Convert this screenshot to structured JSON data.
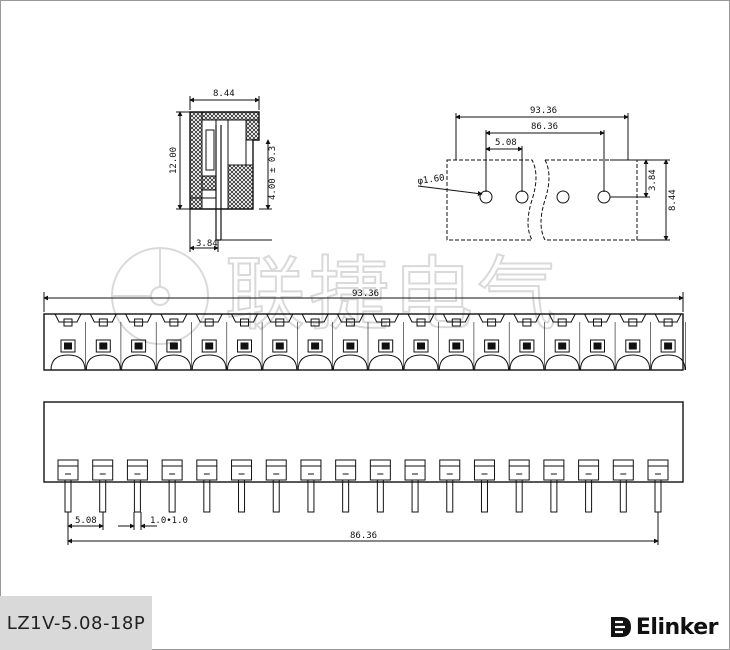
{
  "model_code": "LZ1V-5.08-18P",
  "brand": "Elinker",
  "watermark_text": "联捷电气",
  "colors": {
    "ink": "#111111",
    "hatch": "#111111",
    "tag_bg": "#d9d9d9",
    "watermark": "#bbbbbb"
  },
  "side_view": {
    "width_label": "8.44",
    "height_label": "12.00",
    "pin_height_label": "4.00 ± 0.3",
    "pin_offset_label": "3.84"
  },
  "hole_view": {
    "total_label": "93.36",
    "span_label": "86.36",
    "pitch_label": "5.08",
    "hole_dia_label": "φ1.60",
    "row_label": "3.84",
    "depth_label": "8.44"
  },
  "front_view": {
    "length_label": "93.36",
    "positions": 18
  },
  "bottom_view": {
    "pitch_label": "5.08",
    "pin_label": "1.0•1.0",
    "span_label": "86.36",
    "pins": 18
  }
}
